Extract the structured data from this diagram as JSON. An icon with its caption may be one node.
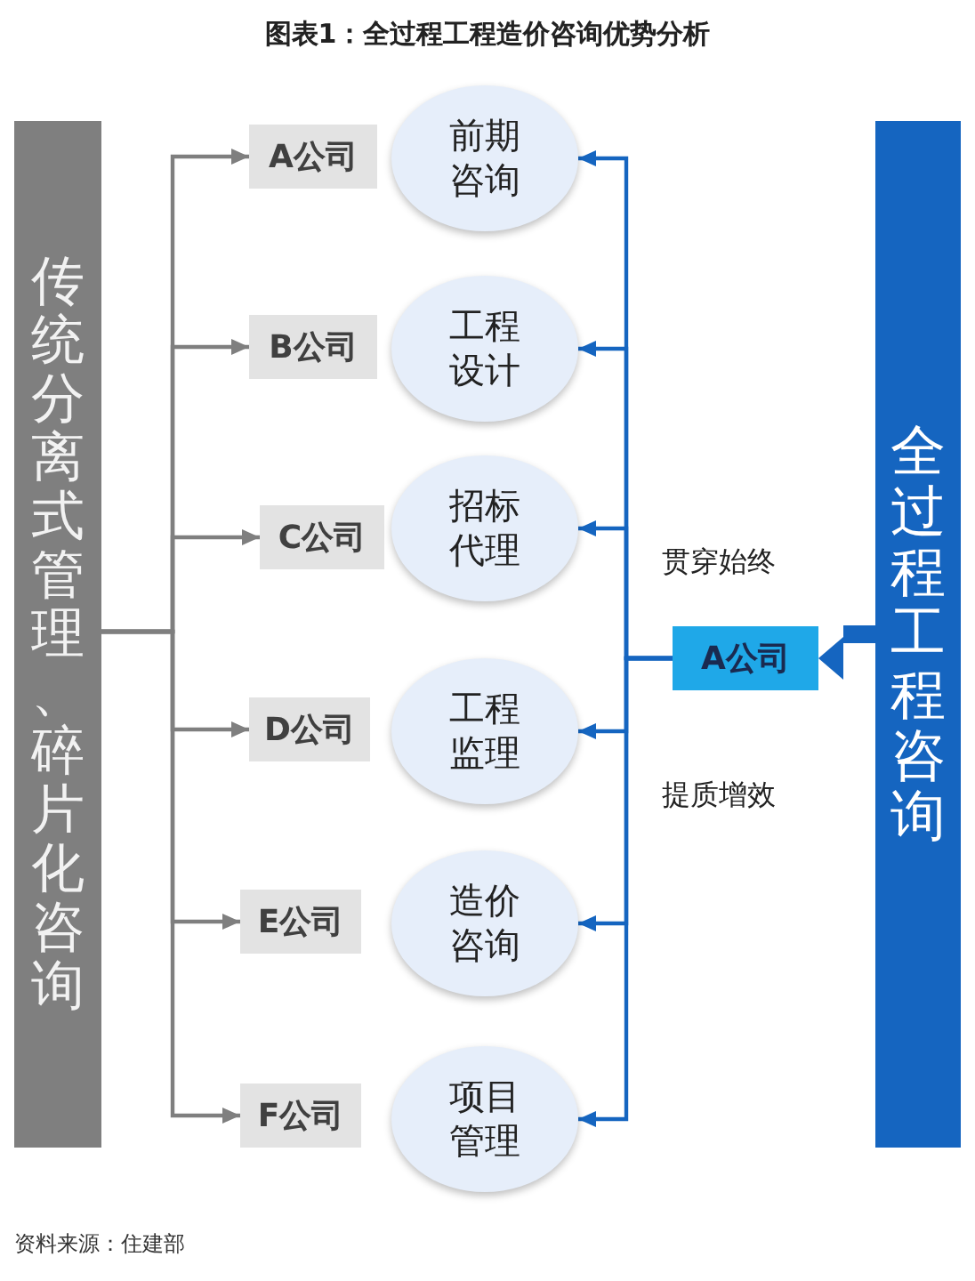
{
  "diagram": {
    "title": "图表1：全过程工程造价咨询优势分析",
    "caption": "资料来源：住建部",
    "nodes": [
      {
        "text": [
          "传统分离式管理、碎片化咨询"
        ]
      },
      {
        "text": [
          "A公司"
        ]
      },
      {
        "text": [
          "B公司"
        ]
      },
      {
        "text": [
          "C公司"
        ]
      },
      {
        "text": [
          "D公司"
        ]
      },
      {
        "text": [
          "E公司"
        ]
      },
      {
        "text": [
          "F公司"
        ]
      },
      {
        "text": [
          "前期咨询"
        ]
      },
      {
        "text": [
          "工程设计"
        ]
      },
      {
        "text": [
          "招标代理"
        ]
      },
      {
        "text": [
          "工程监理"
        ]
      },
      {
        "text": [
          "造价咨询"
        ]
      },
      {
        "text": [
          "项目管理"
        ]
      },
      {
        "text": [
          "全过程工程咨询"
        ]
      },
      {
        "text": [
          "A公司"
        ]
      }
    ],
    "edges": [
      {
        "from": 0,
        "to": 1,
        "arrow": "to",
        "color": "#7f7f7f"
      },
      {
        "from": 0,
        "to": 2,
        "arrow": "to",
        "color": "#7f7f7f"
      },
      {
        "from": 0,
        "to": 3,
        "arrow": "to",
        "color": "#7f7f7f"
      },
      {
        "from": 0,
        "to": 4,
        "arrow": "to",
        "color": "#7f7f7f"
      },
      {
        "from": 0,
        "to": 5,
        "arrow": "to",
        "color": "#7f7f7f"
      },
      {
        "from": 0,
        "to": 6,
        "arrow": "to",
        "color": "#7f7f7f"
      },
      {
        "from": 14,
        "to": 7,
        "arrow": "to"
      },
      {
        "from": 14,
        "to": 8,
        "arrow": "to"
      },
      {
        "from": 14,
        "to": 9,
        "arrow": "to"
      },
      {
        "from": 14,
        "to": 10,
        "arrow": "to"
      },
      {
        "from": 14,
        "to": 11,
        "arrow": "to"
      },
      {
        "from": 14,
        "to": 12,
        "arrow": "to"
      },
      {
        "from": 13,
        "to": 14,
        "arrow": "to",
        "style": "thick"
      }
    ],
    "labels": [
      "贯穿始终",
      "提质增效"
    ]
  }
}
